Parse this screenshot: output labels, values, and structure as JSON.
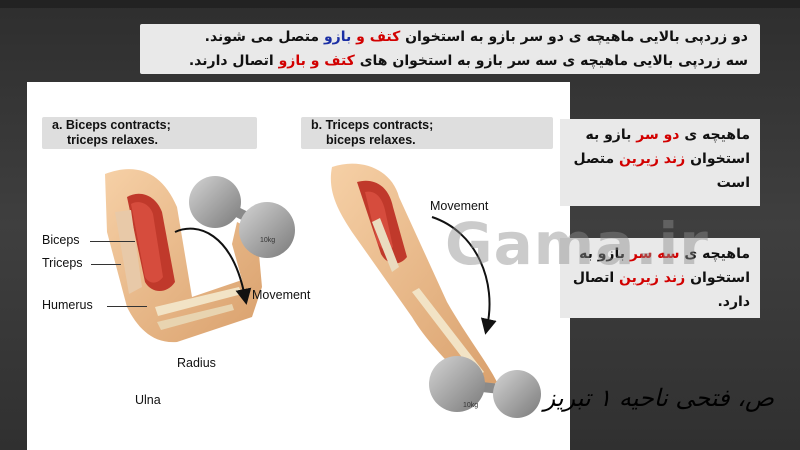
{
  "header": {
    "line1": {
      "a": "دو زردپی بالایی ماهیچه ی دو سر بازو به استخوان ",
      "shoulder": "کتف",
      "and": " و ",
      "arm": "بازو",
      "b": " متصل می شوند."
    },
    "line2": {
      "a": "سه زردپی بالایی ماهیچه ی سه سر بازو به استخوان های ",
      "shoulder_arm": "کتف و بازو",
      "b": " اتصال دارند."
    }
  },
  "figure": {
    "caption_a": [
      "a. Biceps contracts;",
      "triceps relaxes."
    ],
    "caption_b": [
      "b. Triceps contracts;",
      "biceps relaxes."
    ],
    "labels": {
      "biceps": "Biceps",
      "triceps": "Triceps",
      "humerus": "Humerus",
      "radius": "Radius",
      "ulna": "Ulna"
    },
    "movement": "Movement",
    "dumbbell_mark": "10kg"
  },
  "side_note_1": {
    "a": "ماهیچه ی ",
    "red": "دو سر",
    "b": " بازو به استخوان ",
    "red2": "زند زیرین",
    "c": " متصل است"
  },
  "side_note_2": {
    "a": "ماهیچه ی ",
    "red": "سه سر",
    "b": " بازو به استخوان ",
    "red2": "زند زیرین",
    "c": " اتصال دارد."
  },
  "watermark": "Gama.ir",
  "signature": "ص، فتحی ناحیه ۱ تبریز"
}
